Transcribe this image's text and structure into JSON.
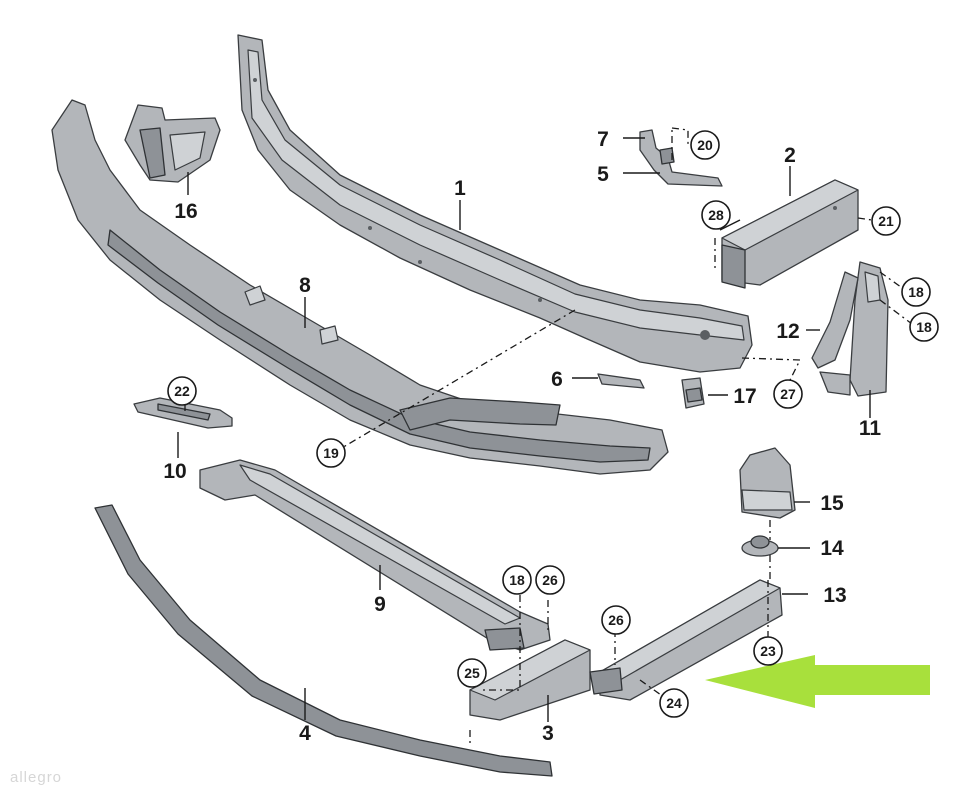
{
  "labels": {
    "p1": "1",
    "p2": "2",
    "p3": "3",
    "p4": "4",
    "p5": "5",
    "p6": "6",
    "p7": "7",
    "p8": "8",
    "p9": "9",
    "p10": "10",
    "p11": "11",
    "p12": "12",
    "p13": "13",
    "p14": "14",
    "p15": "15",
    "p16": "16",
    "p17": "17"
  },
  "circled": {
    "c18a": "18",
    "c18b": "18",
    "c18c": "18",
    "c19": "19",
    "c20": "20",
    "c21": "21",
    "c22": "22",
    "c23": "23",
    "c24": "24",
    "c25": "25",
    "c26a": "26",
    "c26b": "26",
    "c27": "27",
    "c28": "28"
  },
  "watermark": "allegro",
  "colors": {
    "part": "#b3b6ba",
    "part_dark": "#8e9297",
    "outline": "#3a3d40",
    "arrow": "#a8e03c",
    "text": "#1a1a1a"
  }
}
